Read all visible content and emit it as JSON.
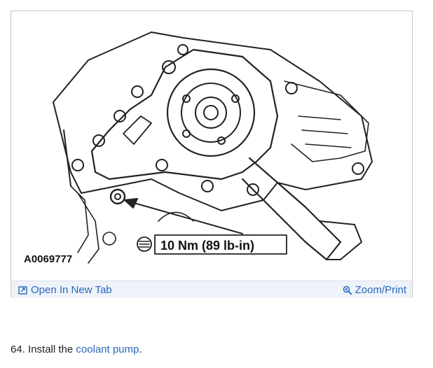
{
  "figure": {
    "code": "A0069777",
    "torque_label": "10 Nm (89 lb-in)",
    "open_new_tab": "Open In New Tab",
    "zoom_print": "Zoom/Print"
  },
  "step": {
    "number": "64.",
    "text": "Install the",
    "link": "coolant pump",
    "end": "."
  },
  "colors": {
    "link": "#2a66b8",
    "toolbar_bg": "#eef3fa"
  },
  "icons": [
    "open-new-tab-icon",
    "zoom-icon",
    "tighten-bolt-icon"
  ]
}
